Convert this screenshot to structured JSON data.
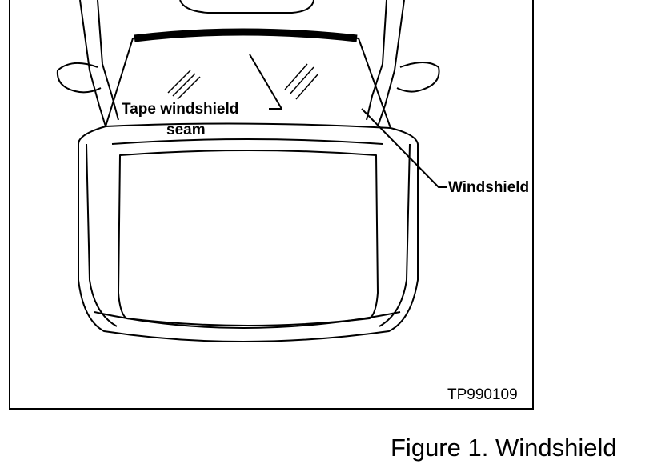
{
  "figure": {
    "labels": {
      "tape_line1": "Tape windshield",
      "tape_line2": "seam",
      "windshield": "Windshield"
    },
    "figure_code": "TP990109",
    "caption": "Figure 1. Windshield"
  }
}
